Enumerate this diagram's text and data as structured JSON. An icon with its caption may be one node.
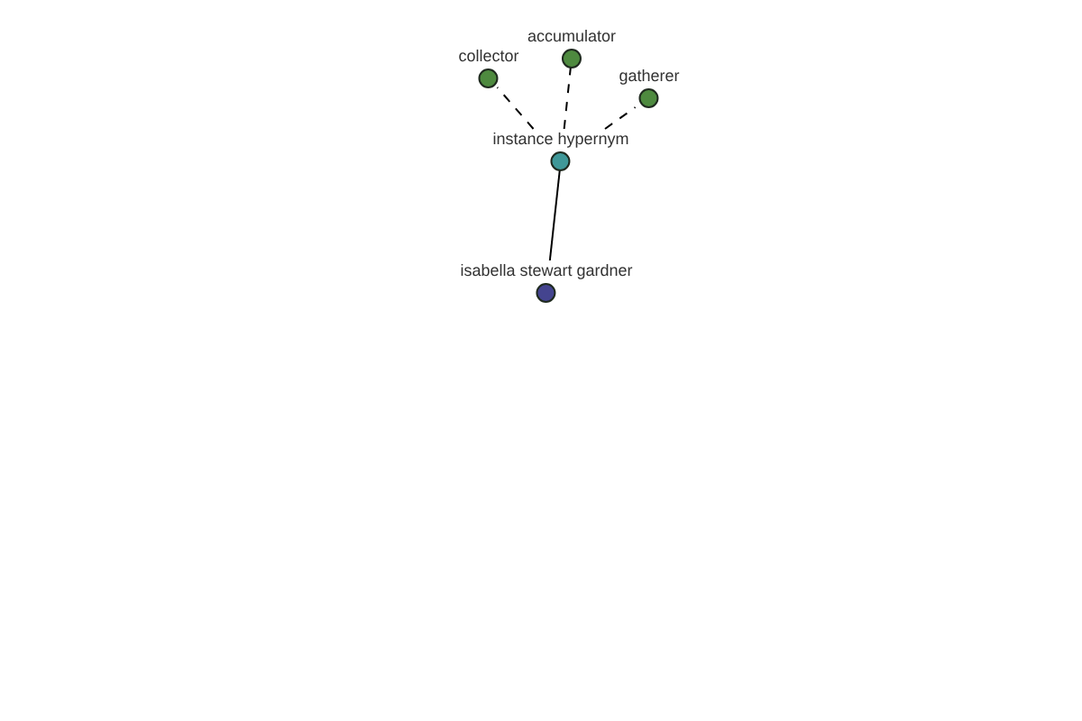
{
  "diagram": {
    "nodes": [
      {
        "text": [
          "collector"
        ]
      },
      {
        "text": [
          "accumulator"
        ]
      },
      {
        "text": [
          "gatherer"
        ]
      },
      {
        "text": [
          "instance hypernym"
        ]
      },
      {
        "text": [
          "isabella stewart gardner"
        ]
      }
    ],
    "edges": [
      {
        "from": 3,
        "to": 0,
        "arrow": "none",
        "style": "dashed"
      },
      {
        "from": 3,
        "to": 1,
        "arrow": "none",
        "style": "dashed"
      },
      {
        "from": 3,
        "to": 2,
        "arrow": "none",
        "style": "dashed"
      },
      {
        "from": 3,
        "to": 4,
        "arrow": "none"
      }
    ]
  }
}
